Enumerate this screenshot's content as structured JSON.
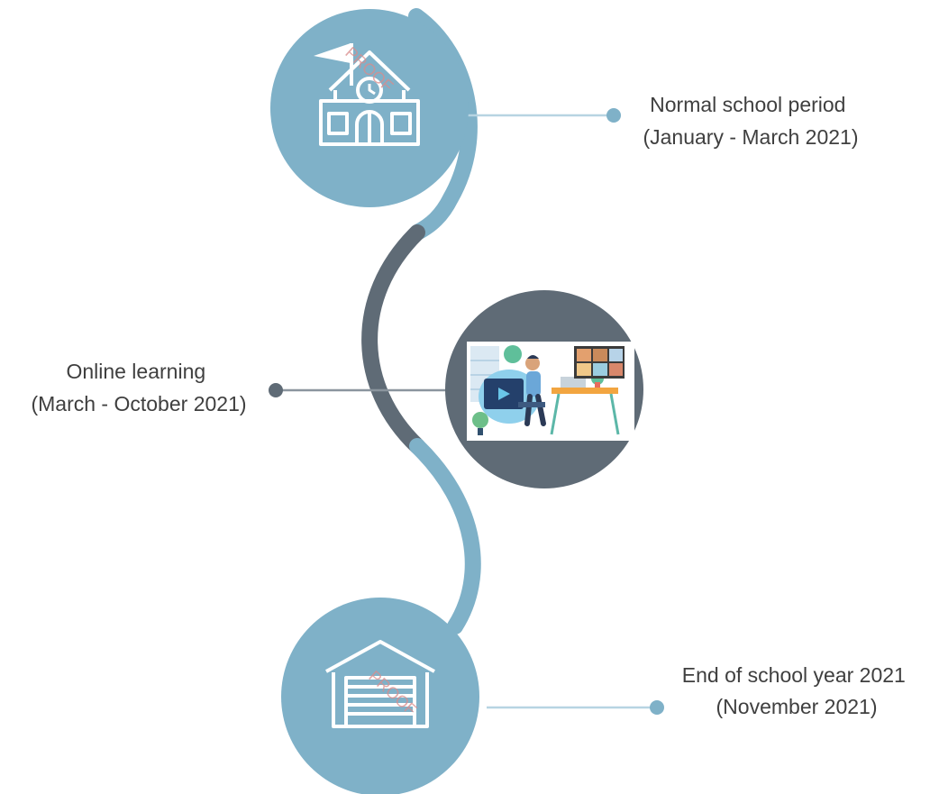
{
  "watermark": "PROOF",
  "colors": {
    "light_blue": "#7fb1c8",
    "dark_slate": "#5f6b76",
    "connector_light": "#b7d4e2",
    "connector_dark": "#8b959e"
  },
  "stages": [
    {
      "id": "normal",
      "icon": "school-building-icon",
      "title": "Normal school period",
      "period": "(January - March 2021)"
    },
    {
      "id": "online",
      "icon": "online-learning-illustration",
      "title": "Online learning",
      "period": "(March - October 2021)"
    },
    {
      "id": "end",
      "icon": "closed-garage-icon",
      "title": "End of school year 2021",
      "period": "(November 2021)"
    }
  ]
}
